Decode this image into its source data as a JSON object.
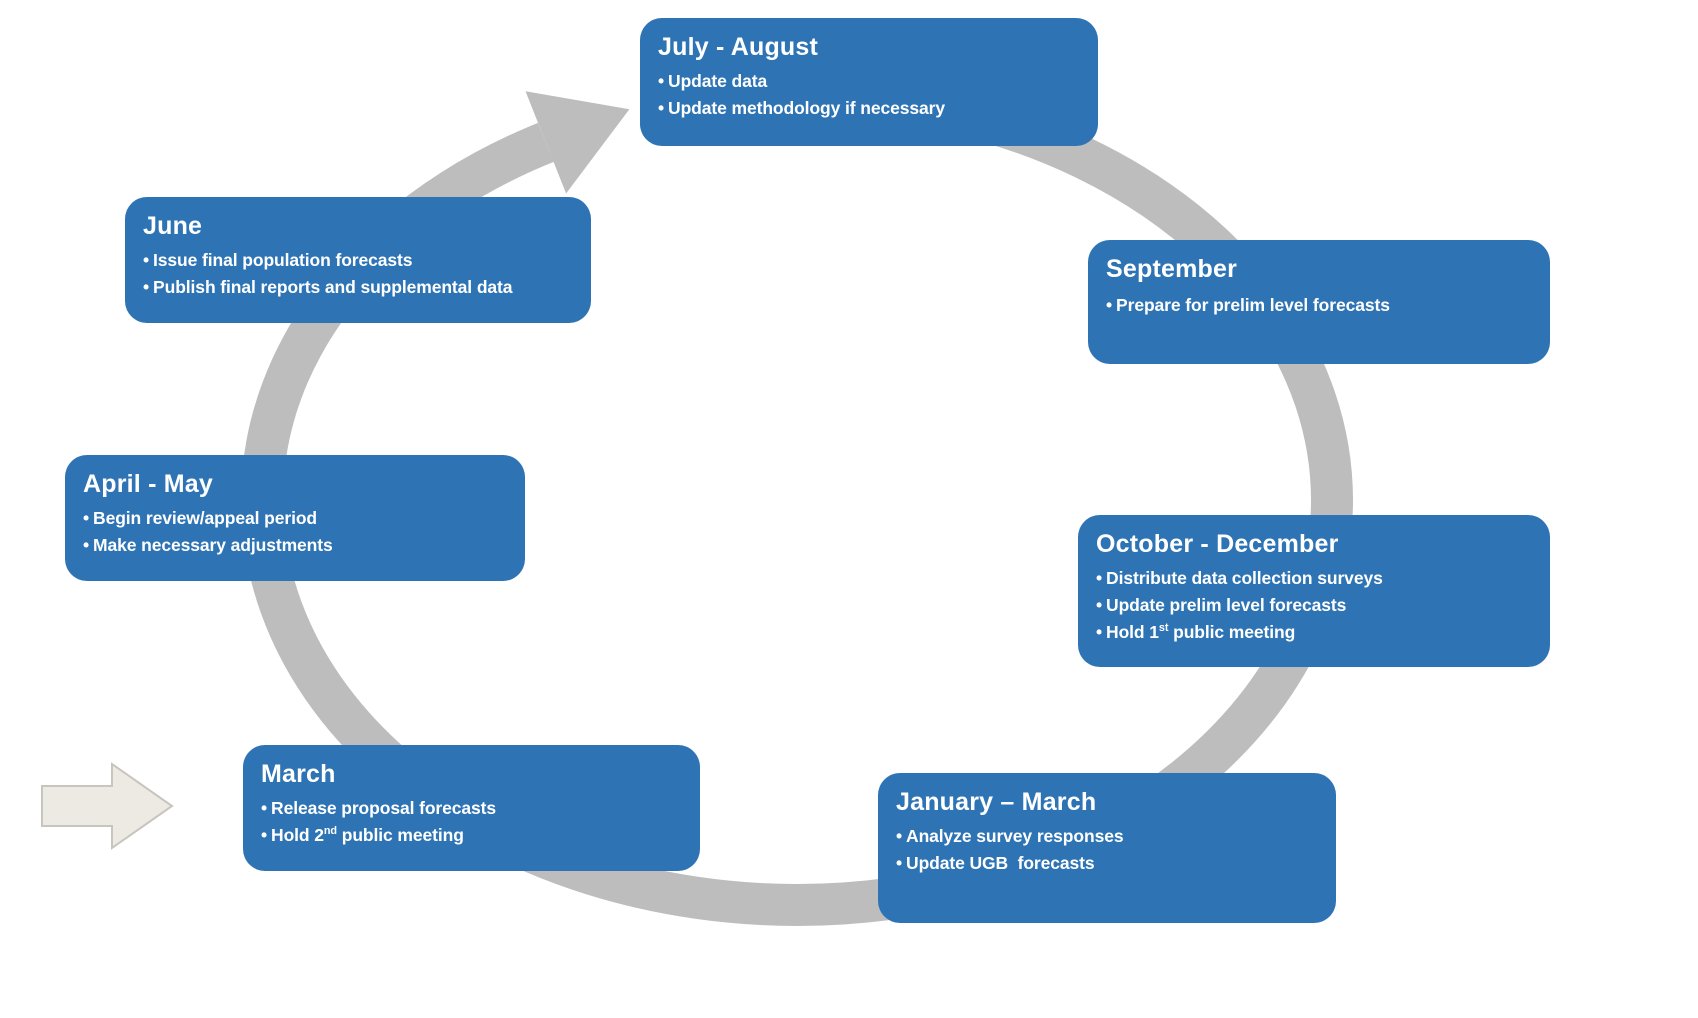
{
  "diagram": {
    "type": "cycle",
    "direction": "clockwise",
    "colors": {
      "box_fill": "#2E74B5",
      "box_text": "#FFFFFF",
      "ring": "#BDBDBD",
      "start_arrow_fill": "#EDEAE4",
      "start_arrow_border": "#C8C5BE",
      "background": "#FFFFFF"
    },
    "boxes": [
      {
        "id": "july-august",
        "title": "July - August",
        "bullets": [
          "Update data",
          "Update methodology if necessary"
        ]
      },
      {
        "id": "september",
        "title": "September",
        "bullets": [
          "Prepare for prelim level forecasts"
        ]
      },
      {
        "id": "october-december",
        "title": "October - December",
        "bullets": [
          "Distribute data collection surveys",
          "Update prelim level forecasts",
          [
            {
              "t": "Hold 1"
            },
            {
              "t": "st",
              "sup": true
            },
            {
              "t": " public meeting"
            }
          ]
        ]
      },
      {
        "id": "january-march",
        "title": "January – March",
        "bullets": [
          "Analyze survey responses",
          "Update UGB  forecasts"
        ]
      },
      {
        "id": "march",
        "title": "March",
        "bullets": [
          "Release proposal forecasts",
          [
            {
              "t": "Hold 2"
            },
            {
              "t": "nd",
              "sup": true
            },
            {
              "t": " public meeting"
            }
          ]
        ]
      },
      {
        "id": "april-may",
        "title": "April - May",
        "bullets": [
          "Begin review/appeal period",
          "Make necessary adjustments"
        ]
      },
      {
        "id": "june",
        "title": "June",
        "bullets": [
          "Issue final population forecasts",
          "Publish final reports and supplemental data"
        ]
      }
    ]
  }
}
